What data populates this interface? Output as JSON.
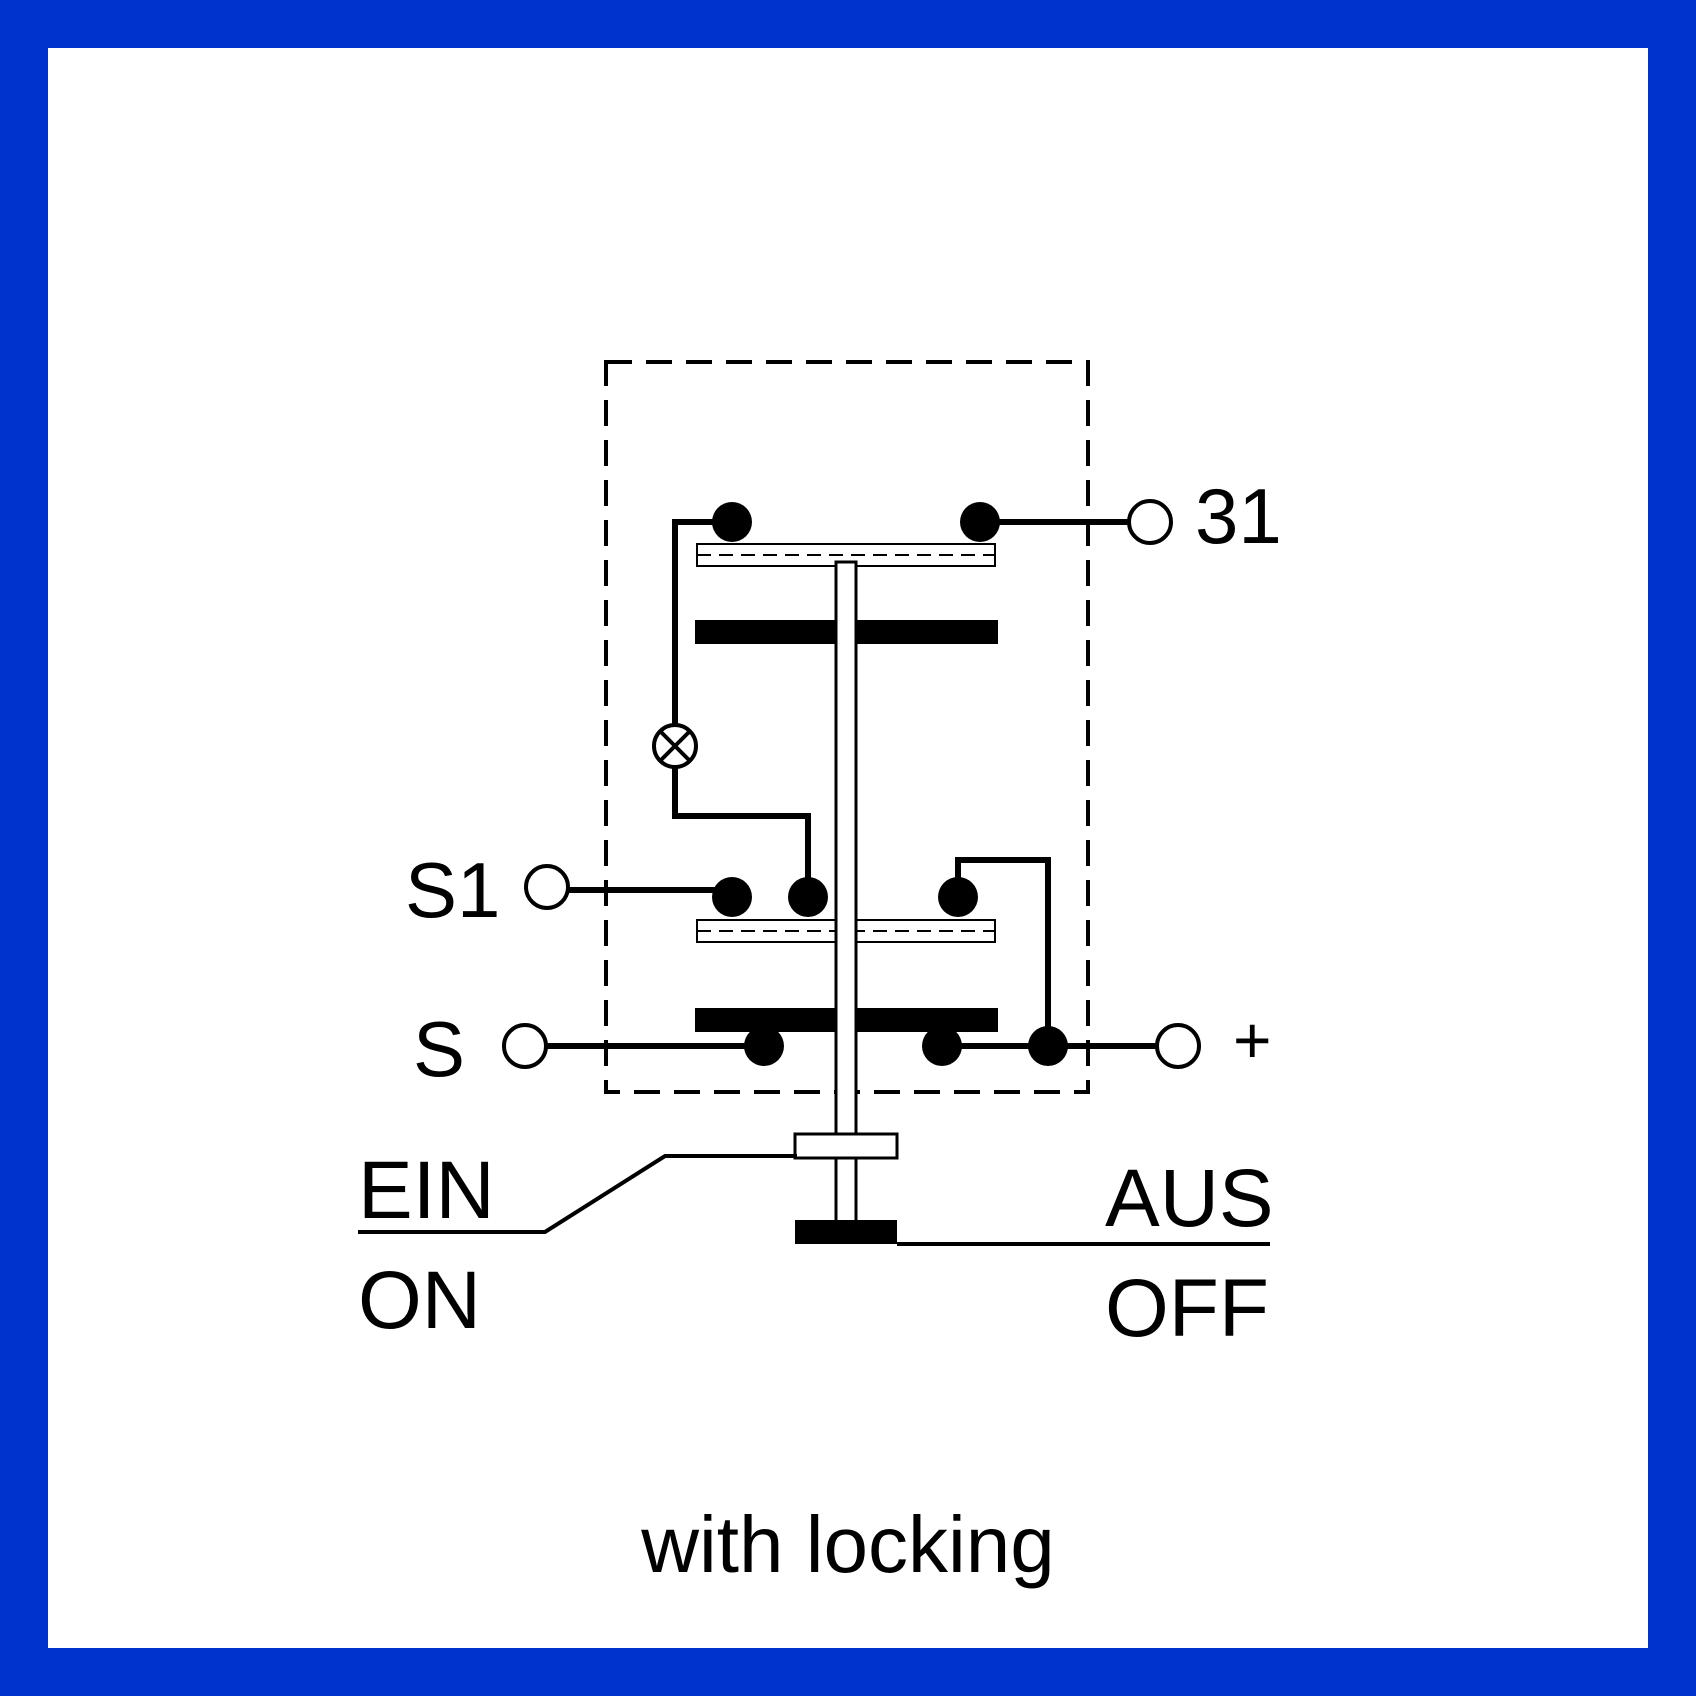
{
  "frame_color": "#0033cc",
  "line_color": "#000000",
  "terminals": {
    "t31": "31",
    "s1": "S1",
    "s": "S",
    "plus": "+"
  },
  "positions": {
    "ein": "EIN",
    "on": "ON",
    "aus": "AUS",
    "off": "OFF"
  },
  "caption": "with locking",
  "symbols": [
    "lamp-icon"
  ]
}
